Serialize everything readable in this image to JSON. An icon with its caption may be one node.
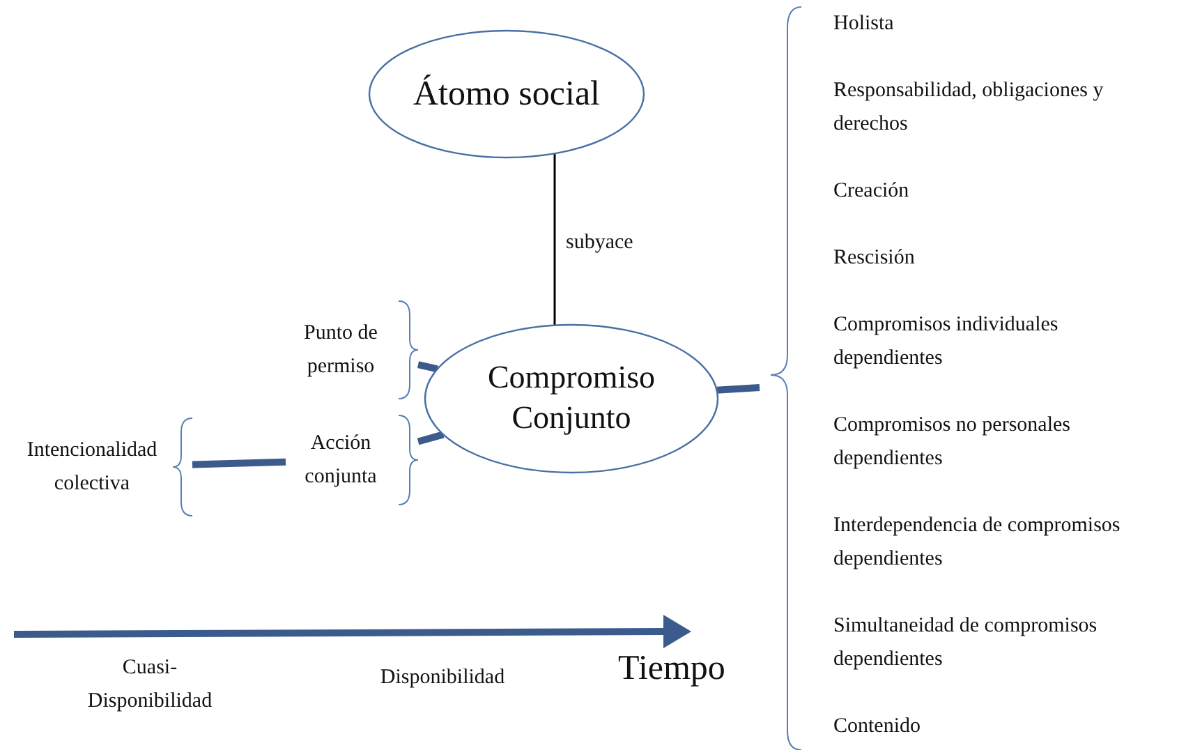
{
  "diagram": {
    "nodes": [
      {
        "text": [
          "Átomo social"
        ]
      },
      {
        "text": [
          "Compromiso Conjunto"
        ]
      },
      {
        "text": [
          "Punto de permiso"
        ]
      },
      {
        "text": [
          "Acción conjunta"
        ]
      },
      {
        "text": [
          "Intencionalidad colectiva"
        ]
      },
      {
        "text": [
          "Holista",
          "Responsabilidad, obligaciones y derechos",
          "Creación",
          "Rescisión",
          "Compromisos individuales dependientes",
          "Compromisos no personales dependientes",
          "Interdependencia de compromisos dependientes",
          "Simultaneidad de compromisos dependientes",
          "Contenido"
        ]
      }
    ],
    "edges": [
      {
        "from": 0,
        "to": 1,
        "arrow": "none",
        "label": "subyace",
        "color": "#000000"
      },
      {
        "from": 2,
        "to": 1,
        "arrow": "none"
      },
      {
        "from": 3,
        "to": 1,
        "arrow": "none"
      },
      {
        "from": 4,
        "to": 3,
        "arrow": "none"
      },
      {
        "from": 1,
        "to": 5,
        "arrow": "none"
      }
    ],
    "labels": [
      "Cuasi- Disponibilidad",
      "Disponibilidad",
      "Tiempo"
    ]
  }
}
